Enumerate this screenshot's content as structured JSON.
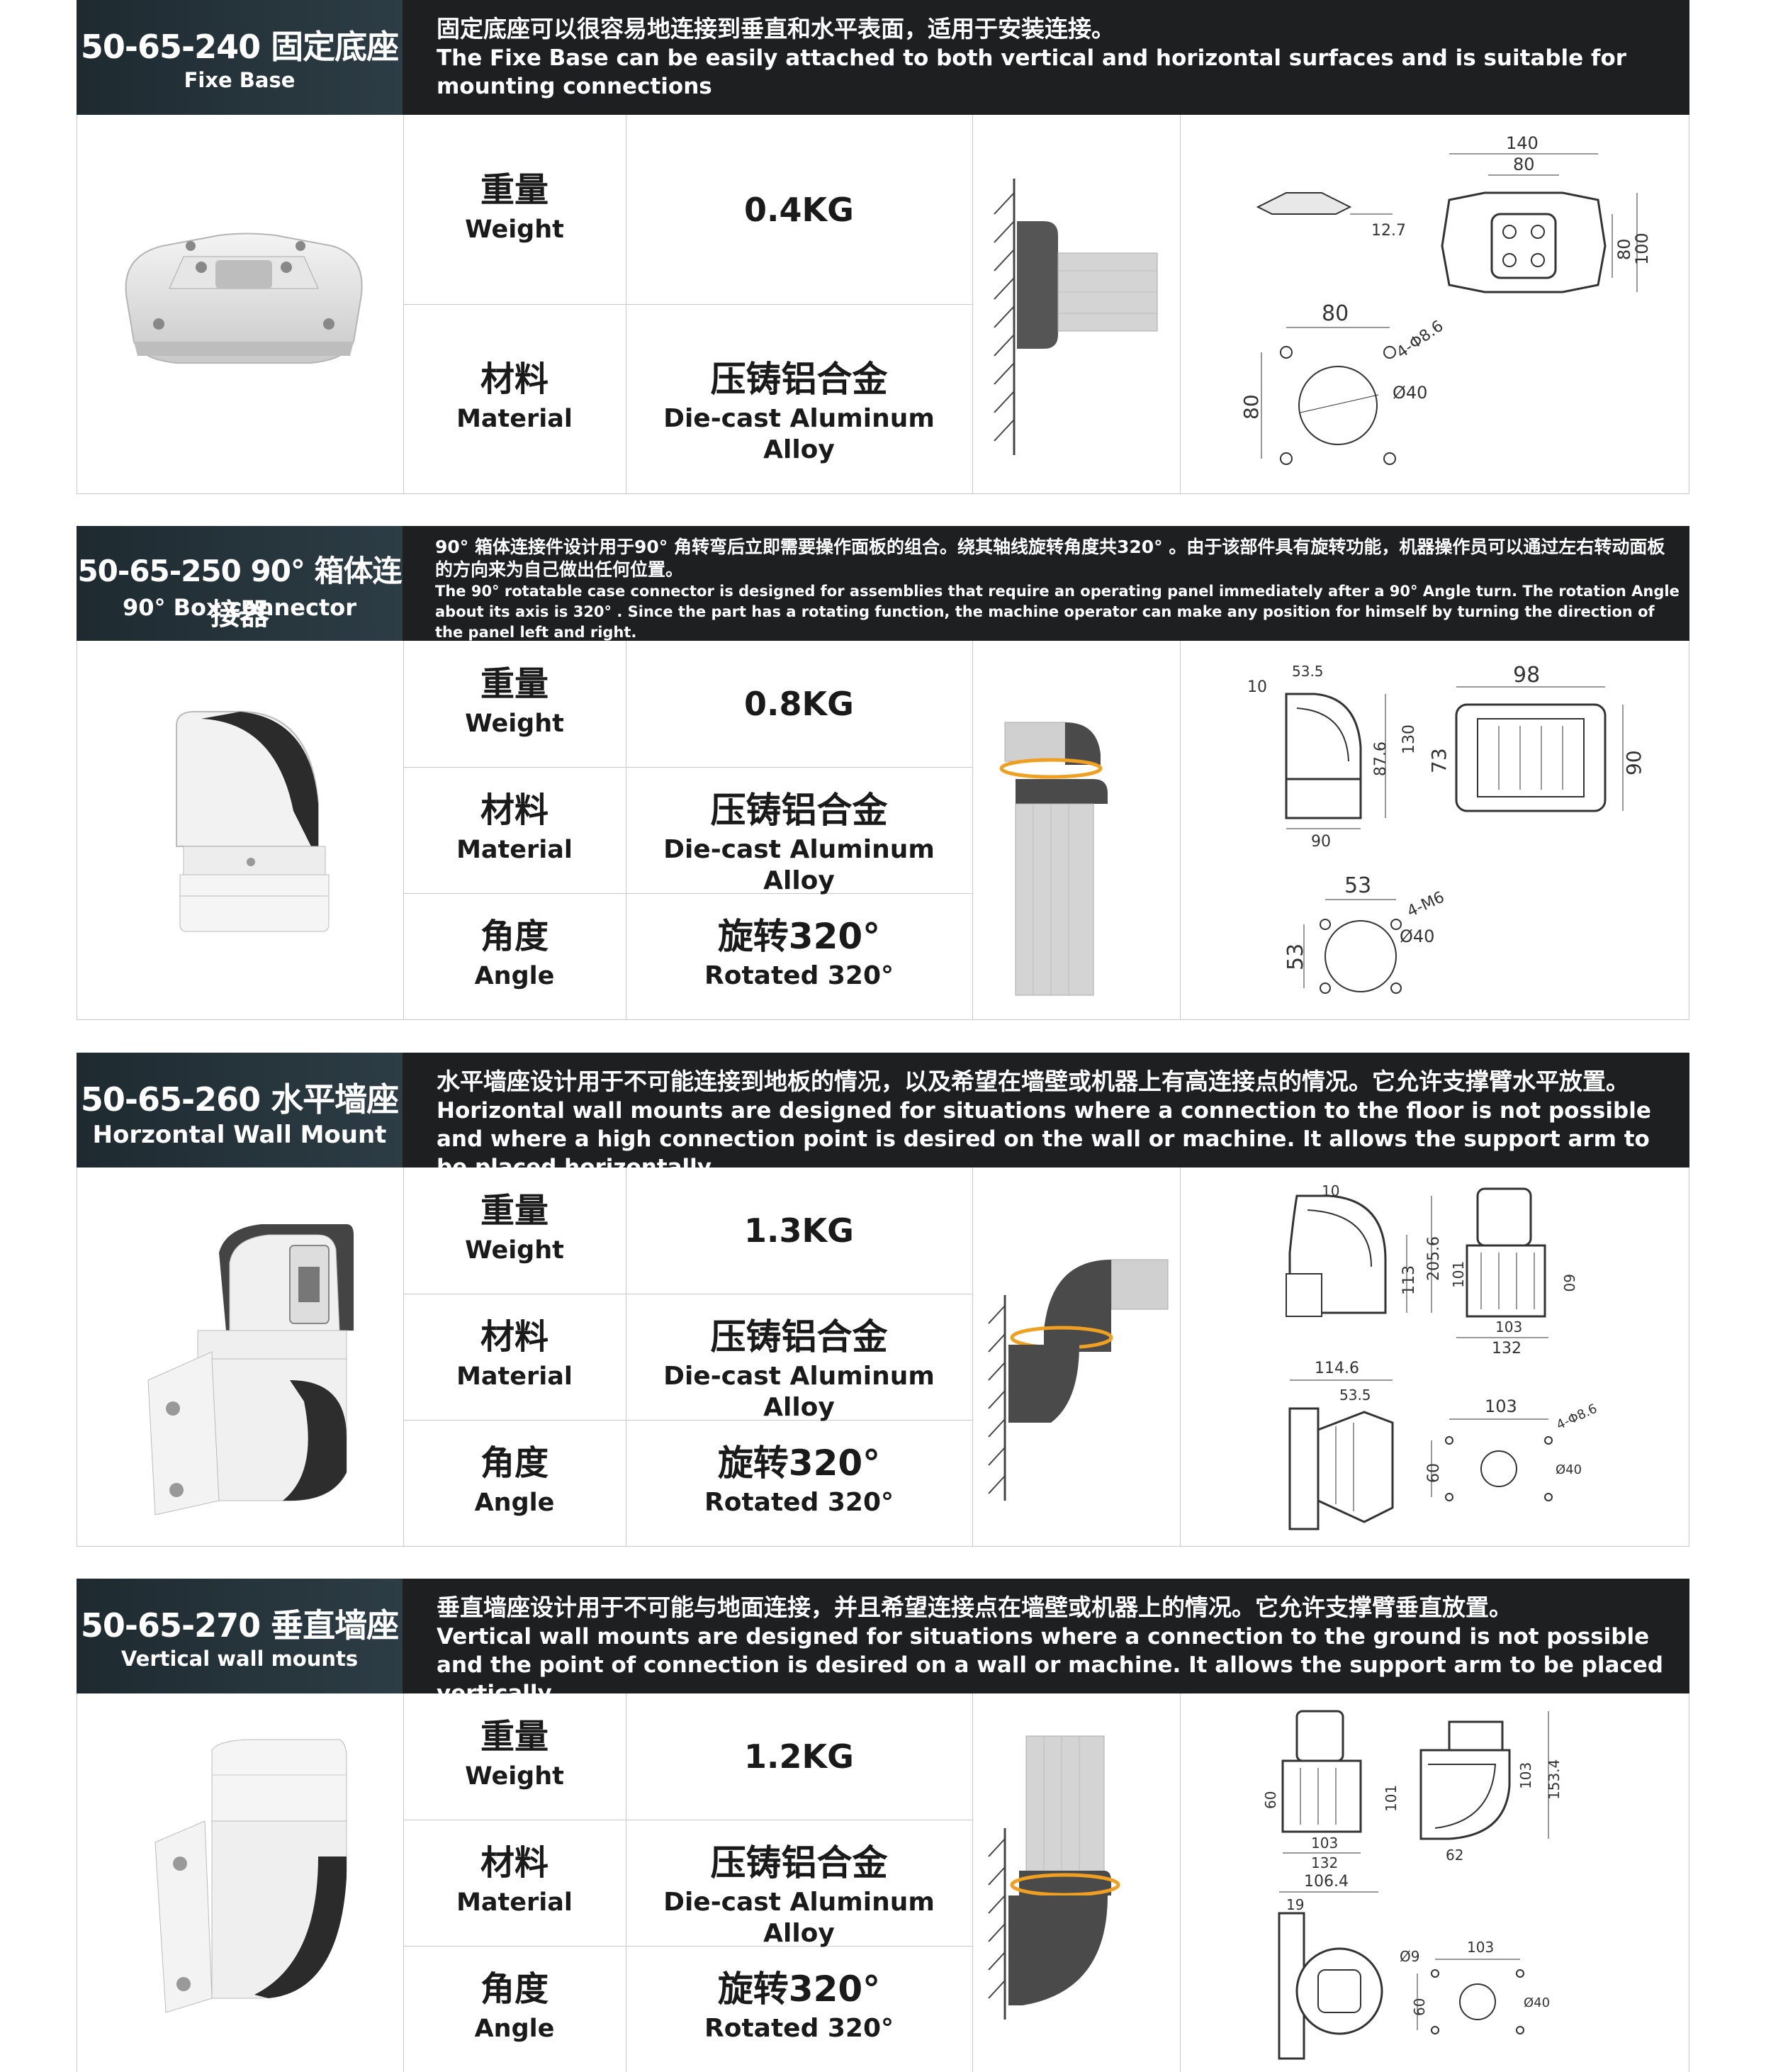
{
  "products": [
    {
      "model": "50-65-240 固定底座",
      "name_en": "Fixe Base",
      "desc_cn": "固定底座可以很容易地连接到垂直和水平表面，适用于安装连接。",
      "desc_en": "The Fixe Base can be easily attached to both vertical and horizontal surfaces and is suitable for mounting connections",
      "weight": {
        "label_cn": "重量",
        "label_en": "Weight",
        "value": "0.4KG"
      },
      "material": {
        "label_cn": "材料",
        "label_en": "Material",
        "value_cn": "压铸铝合金",
        "value_en": "Die-cast Aluminum Alloy"
      },
      "dims": {
        "d1": "140",
        "d2": "80",
        "d3": "12.7",
        "d4": "80",
        "d5": "100",
        "d6": "80",
        "d7": "4-Φ8.6",
        "d8": "Ø40",
        "d9": "80"
      }
    },
    {
      "model": "50-65-250 90° 箱体连接器",
      "name_en": "90° Box connector",
      "desc_cn": "90° 箱体连接件设计用于90° 角转弯后立即需要操作面板的组合。绕其轴线旋转角度共320° 。由于该部件具有旋转功能，机器操作员可以通过左右转动面板的方向来为自己做出任何位置。",
      "desc_en": "The 90° rotatable case connector is designed for assemblies that require an operating panel immediately after a 90° Angle turn. The rotation Angle about its axis is 320° . Since the part has a rotating function, the machine operator can make any position for himself by turning the direction of the panel left and right.",
      "weight": {
        "label_cn": "重量",
        "label_en": "Weight",
        "value": "0.8KG"
      },
      "material": {
        "label_cn": "材料",
        "label_en": "Material",
        "value_cn": "压铸铝合金",
        "value_en": "Die-cast Aluminum Alloy"
      },
      "angle": {
        "label_cn": "角度",
        "label_en": "Angle",
        "value_cn": "旋转320°",
        "value_en": "Rotated 320°"
      },
      "dims": {
        "d1": "10",
        "d2": "53.5",
        "d3": "87.6",
        "d4": "130",
        "d5": "90",
        "d6": "98",
        "d7": "73",
        "d8": "90",
        "d9": "53",
        "d10": "4-M6",
        "d11": "Ø40",
        "d12": "53"
      }
    },
    {
      "model": "50-65-260 水平墙座",
      "name_en": "Horzontal Wall Mount",
      "desc_cn": "水平墙座设计用于不可能连接到地板的情况，以及希望在墙壁或机器上有高连接点的情况。它允许支撑臂水平放置。",
      "desc_en": "Horizontal wall mounts are designed for situations where a connection to the floor is not possible and where a high connection point is desired on the wall or machine. It allows the support arm to be placed horizontally.",
      "weight": {
        "label_cn": "重量",
        "label_en": "Weight",
        "value": "1.3KG"
      },
      "material": {
        "label_cn": "材料",
        "label_en": "Material",
        "value_cn": "压铸铝合金",
        "value_en": "Die-cast Aluminum Alloy"
      },
      "angle": {
        "label_cn": "角度",
        "label_en": "Angle",
        "value_cn": "旋转320°",
        "value_en": "Rotated 320°"
      },
      "dims": {
        "d1": "10",
        "d2": "113",
        "d3": "205.6",
        "d4": "101",
        "d5": "60",
        "d6": "103",
        "d7": "132",
        "d8": "114.6",
        "d9": "53.5",
        "d10": "60",
        "d11": "103",
        "d12": "4-Φ8.6",
        "d13": "Ø40"
      }
    },
    {
      "model": "50-65-270 垂直墙座",
      "name_en": "Vertical wall mounts",
      "desc_cn": "垂直墙座设计用于不可能与地面连接，并且希望连接点在墙壁或机器上的情况。它允许支撑臂垂直放置。",
      "desc_en": "Vertical wall mounts are designed for situations where a connection to the ground is not possible and the point of connection is desired on a wall or machine. It allows the support arm to be placed vertically.",
      "weight": {
        "label_cn": "重量",
        "label_en": "Weight",
        "value": "1.2KG"
      },
      "material": {
        "label_cn": "材料",
        "label_en": "Material",
        "value_cn": "压铸铝合金",
        "value_en": "Die-cast Aluminum Alloy"
      },
      "angle": {
        "label_cn": "角度",
        "label_en": "Angle",
        "value_cn": "旋转320°",
        "value_en": "Rotated 320°"
      },
      "dims": {
        "d1": "60",
        "d2": "101",
        "d3": "103",
        "d4": "132",
        "d5": "103",
        "d6": "153.4",
        "d7": "62",
        "d8": "106.4",
        "d9": "19",
        "d10": "Ø9",
        "d11": "103",
        "d12": "60",
        "d13": "Ø40"
      }
    }
  ]
}
